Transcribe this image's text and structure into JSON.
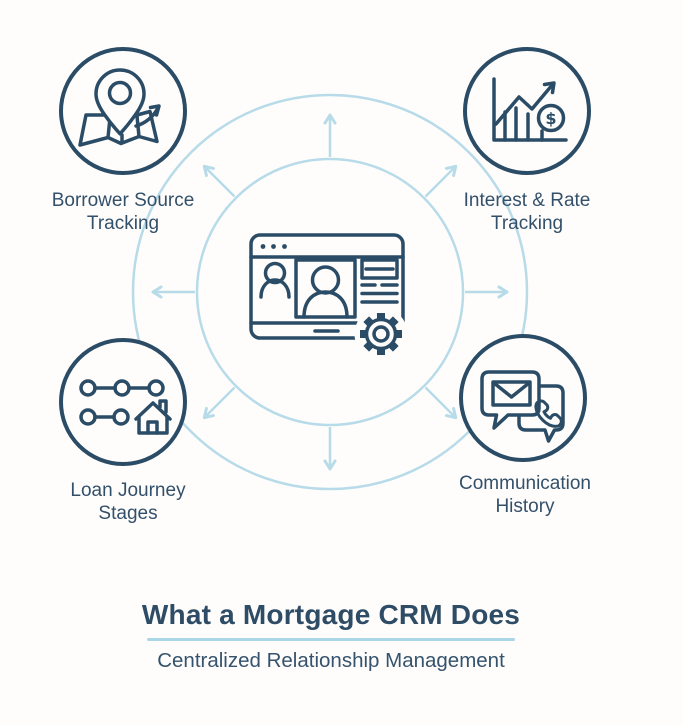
{
  "colors": {
    "navy_stroke": "#2b4c66",
    "label_text": "#33506b",
    "title_text": "#2e4c66",
    "light_blue": "#b7dbe9",
    "underline": "#abd6e7",
    "background": "#fefdfb"
  },
  "hub": {
    "icon": "crm-browser-window-icon"
  },
  "nodes": [
    {
      "id": "borrower-source-tracking",
      "position": "top-left",
      "icon": "map-location-pin-icon",
      "label": "Borrower Source\nTracking"
    },
    {
      "id": "interest-rate-tracking",
      "position": "top-right",
      "icon": "growth-chart-dollar-icon",
      "label": "Interest & Rate\nTracking",
      "icon_text": "$"
    },
    {
      "id": "loan-journey-stages",
      "position": "bottom-left",
      "icon": "journey-steps-house-icon",
      "label": "Loan Journey\nStages"
    },
    {
      "id": "communication-history",
      "position": "bottom-right",
      "icon": "mail-phone-bubbles-icon",
      "label": "Communication\nHistory"
    }
  ],
  "footer": {
    "heading": "What a Mortgage CRM Does",
    "subheading": "Centralized Relationship Management"
  }
}
